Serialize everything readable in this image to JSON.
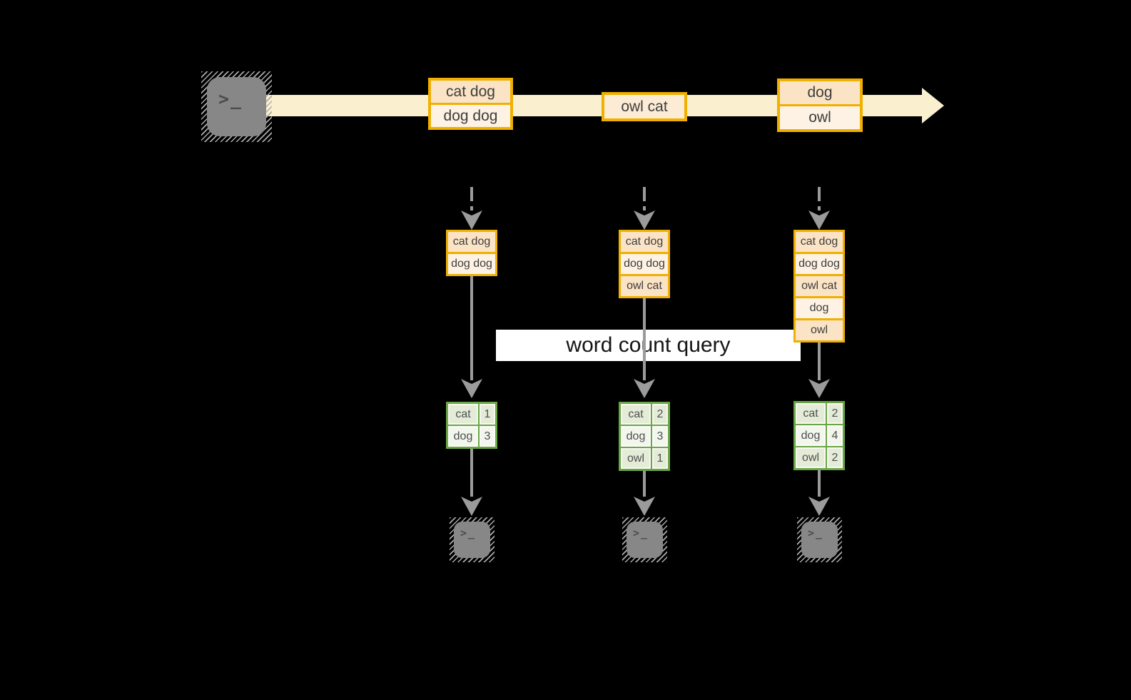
{
  "diagram": {
    "query_label": "word count query",
    "terminal_glyph": ">_",
    "colors": {
      "background": "#000000",
      "stream_band": "#faf0d0",
      "orange_border": "#f0b000",
      "orange_cell_dark": "#fbe3c5",
      "orange_cell_light": "#fdf2e3",
      "green_border": "#6aa646",
      "green_cell_dark": "#e4ecd8",
      "green_cell_light": "#f2f6ed",
      "arrow_gray": "#9b9b9b",
      "query_band": "#ffffff",
      "terminal_gray": "#878787"
    },
    "stream_events": [
      {
        "rows": [
          "cat dog",
          "dog dog"
        ]
      },
      {
        "rows": [
          "owl cat"
        ]
      },
      {
        "rows": [
          "dog",
          "owl"
        ]
      }
    ],
    "windows": [
      {
        "buffer": [
          "cat dog",
          "dog dog"
        ],
        "counts": [
          [
            "cat",
            "1"
          ],
          [
            "dog",
            "3"
          ]
        ]
      },
      {
        "buffer": [
          "cat dog",
          "dog dog",
          "owl cat"
        ],
        "counts": [
          [
            "cat",
            "2"
          ],
          [
            "dog",
            "3"
          ],
          [
            "owl",
            "1"
          ]
        ]
      },
      {
        "buffer": [
          "cat dog",
          "dog dog",
          "owl cat",
          "dog",
          "owl"
        ],
        "counts": [
          [
            "cat",
            "2"
          ],
          [
            "dog",
            "4"
          ],
          [
            "owl",
            "2"
          ]
        ]
      }
    ]
  }
}
